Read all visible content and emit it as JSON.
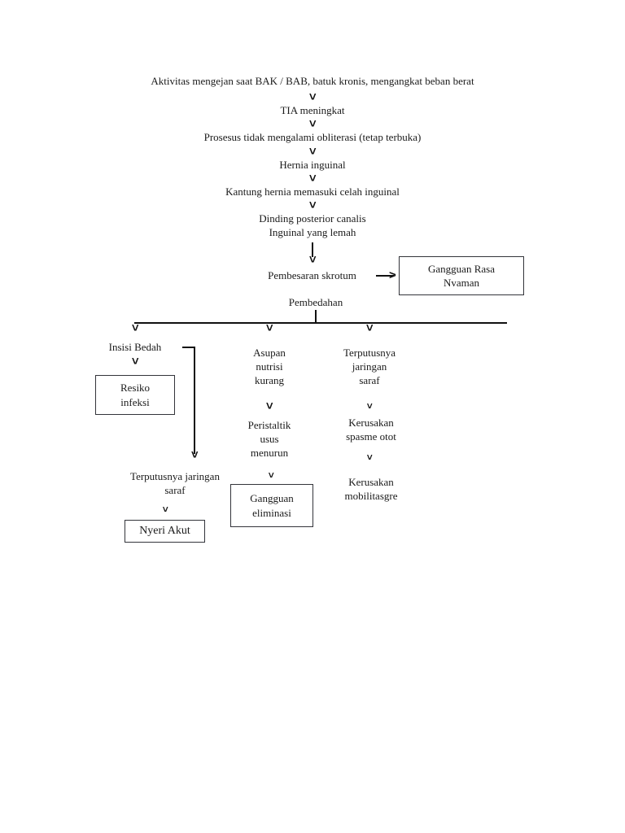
{
  "diagram": {
    "type": "flowchart",
    "title": "Patofisiologi Hernia Inguinalis (Pathway)",
    "nodes": {
      "n1": "Aktivitas mengejan saat BAK / BAB, batuk kronis, mengangkat beban berat",
      "n2": "TIA meningkat",
      "n3": "Prosesus tidak mengalami obliterasi (tetap terbuka)",
      "n4": "Hernia inguinal",
      "n5": "Kantung hernia memasuki celah inguinal",
      "n6": "Dinding posterior canalis\nInguinal yang lemah",
      "n7": "Pembesaran skrotum",
      "n8": "Gangguan Rasa\nNvaman",
      "n9": "Pembedahan",
      "n10": "Insisi Bedah",
      "n11": "Resiko\ninfeksi",
      "n12": "Asupan\nnutrisi\nkurang",
      "n13": "Peristaltik\nusus\nmenurun",
      "n14": "Gangguan\neliminasi",
      "n15": "Terputusnya\njaringan\nsaraf",
      "n16": "Kerusakan\nspasme otot",
      "n17": "Kerusakan\nmobilitasgre",
      "n18": "Terputusnya jaringan\nsaraf",
      "n19": "Nyeri Akut"
    },
    "arrow_glyphs": {
      "down": "V",
      "right_head": "➤"
    },
    "colors": {
      "text": "#1a1a1a",
      "stroke": "#111111",
      "box_border": "#33343a",
      "background": "#ffffff"
    }
  }
}
